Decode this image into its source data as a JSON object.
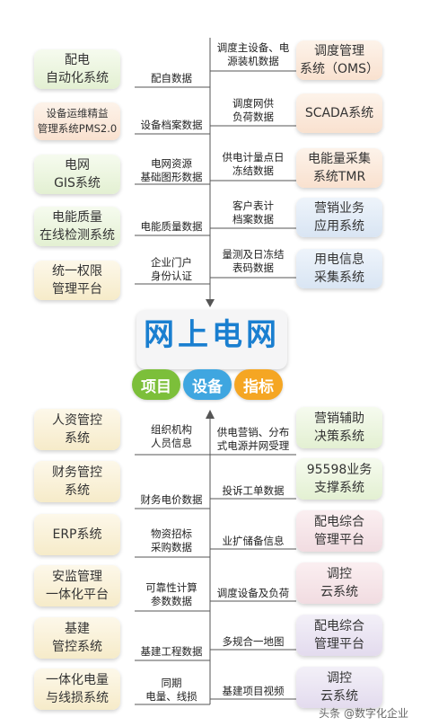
{
  "colors": {
    "line": "#555555",
    "title": "#1a7fd0",
    "tag_project": "#7cbf3a",
    "tag_device": "#3fa6e0",
    "tag_indicator": "#f5a623"
  },
  "center": {
    "title": "网上电网",
    "tags": [
      "项目",
      "设备",
      "指标"
    ]
  },
  "top_left": [
    {
      "name": "配电\n自动化系统",
      "label": "配自数据"
    },
    {
      "name": "设备运维精益\n管理系统PMS2.0",
      "label": "设备档案数据"
    },
    {
      "name": "电网\nGIS系统",
      "label": "电网资源\n基础图形数据"
    },
    {
      "name": "电能质量\n在线检测系统",
      "label": "电能质量数据"
    },
    {
      "name": "统一权限\n管理平台",
      "label": "企业门户\n身份认证"
    }
  ],
  "top_right": [
    {
      "name": "调度管理\n系统（OMS）",
      "label": "调度主设备、电\n源装机数据"
    },
    {
      "name": "SCADA系统",
      "label": "调度网供\n负荷数据"
    },
    {
      "name": "电能量采集\n系统TMR",
      "label": "供电计量点日\n冻结数据"
    },
    {
      "name": "营销业务\n应用系统",
      "label": "客户表计\n档案数据"
    },
    {
      "name": "用电信息\n采集系统",
      "label": "量测及日冻结\n表码数据"
    }
  ],
  "bottom_left": [
    {
      "name": "人资管控\n系统",
      "label": "组织机构\n人员信息"
    },
    {
      "name": "财务管控\n系统",
      "label": "财务电价数据"
    },
    {
      "name": "ERP系统",
      "label": "物资招标\n采购数据"
    },
    {
      "name": "安监管理\n一体化平台",
      "label": "可靠性计算\n参数数据"
    },
    {
      "name": "基建\n管控系统",
      "label": "基建工程数据"
    },
    {
      "name": "一体化电量\n与线损系统",
      "label": "同期\n电量、线损"
    }
  ],
  "bottom_right": [
    {
      "name": "营销辅助\n决策系统",
      "label": "供电营销、分布\n式电源并网受理"
    },
    {
      "name": "95598业务\n支撑系统",
      "label": "投诉工单数据"
    },
    {
      "name": "配电综合\n管理平台",
      "label": "业扩储备信息"
    },
    {
      "name": "调控\n云系统",
      "label": "调度设备及负荷"
    },
    {
      "name": "配电综合\n管理平台",
      "label": "多规合一地图"
    },
    {
      "name": "调控\n云系统",
      "label": "基建项目视频"
    }
  ],
  "watermark": "头条 @数字化企业"
}
